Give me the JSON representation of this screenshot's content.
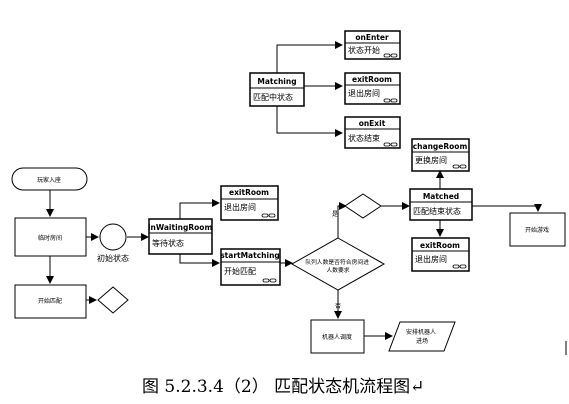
{
  "diagram": {
    "nodes": {
      "player_enter": "玩家入座",
      "timed_start": "临时房间",
      "start_matching_box": "开始匹配",
      "initial_state_label": "初始状态",
      "robot_join": "机器人调度",
      "arrange_robot": "安排机器人进场",
      "start_game": "开始游戏",
      "queue_decision": "队列人数是否符合房间进人数要求"
    },
    "states": {
      "waiting": {
        "name": "InWaitingRoom",
        "desc": "等待状态"
      },
      "matching": {
        "name": "Matching",
        "desc": "匹配中状态"
      },
      "matched": {
        "name": "Matched",
        "desc": "匹配结束状态"
      }
    },
    "events": {
      "on_enter": {
        "name": "onEnter",
        "desc": "状态开始"
      },
      "exit_room_top": {
        "name": "exitRoom",
        "desc": "退出房间"
      },
      "on_exit": {
        "name": "onExit",
        "desc": "状态结束"
      },
      "exit_room_mid": {
        "name": "exitRoom",
        "desc": "退出房间"
      },
      "start_matching": {
        "name": "startMatching",
        "desc": "开始匹配"
      },
      "change_room": {
        "name": "changeRoom",
        "desc": "更换房间"
      },
      "exit_room_right": {
        "name": "exitRoom",
        "desc": "退出房间"
      }
    },
    "edge_labels": {
      "yes": "是",
      "no": "否"
    },
    "caption": "图 5.2.3.4（2）  匹配状态机流程图↵"
  }
}
